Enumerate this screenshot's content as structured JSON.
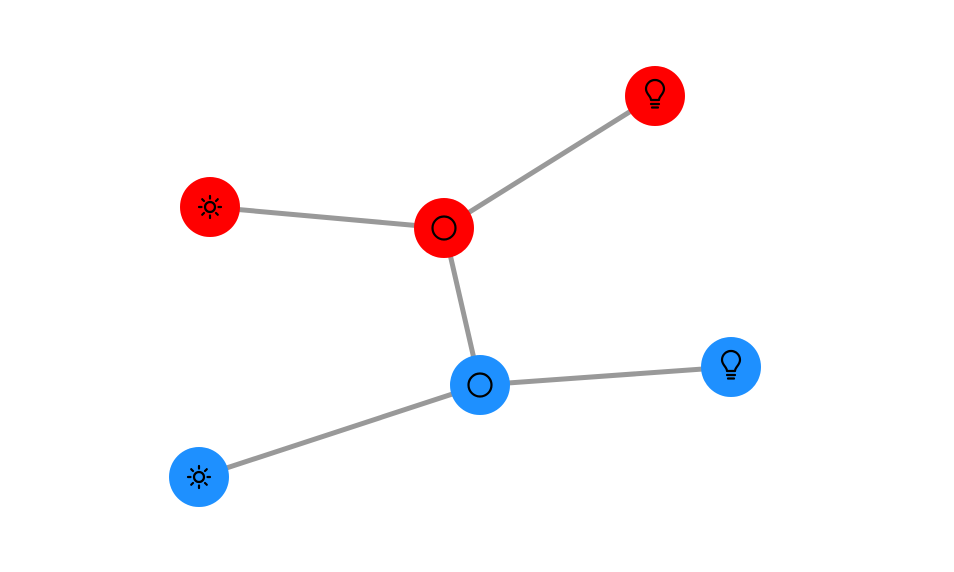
{
  "colors": {
    "red_group": "#ff0000",
    "blue_group": "#1e90ff",
    "edge": "#999999",
    "icon": "#000000",
    "background": "#ffffff"
  },
  "nodes": [
    {
      "id": "red-hub",
      "group": "red_group",
      "icon": "circle-icon"
    },
    {
      "id": "red-bulb",
      "group": "red_group",
      "icon": "lightbulb-icon"
    },
    {
      "id": "red-sun",
      "group": "red_group",
      "icon": "sun-icon"
    },
    {
      "id": "blue-hub",
      "group": "blue_group",
      "icon": "circle-icon"
    },
    {
      "id": "blue-bulb",
      "group": "blue_group",
      "icon": "lightbulb-icon"
    },
    {
      "id": "blue-sun",
      "group": "blue_group",
      "icon": "sun-icon"
    }
  ],
  "edges": [
    {
      "source": "red-hub",
      "target": "red-bulb"
    },
    {
      "source": "red-hub",
      "target": "red-sun"
    },
    {
      "source": "red-hub",
      "target": "blue-hub"
    },
    {
      "source": "blue-hub",
      "target": "blue-bulb"
    },
    {
      "source": "blue-hub",
      "target": "blue-sun"
    }
  ]
}
